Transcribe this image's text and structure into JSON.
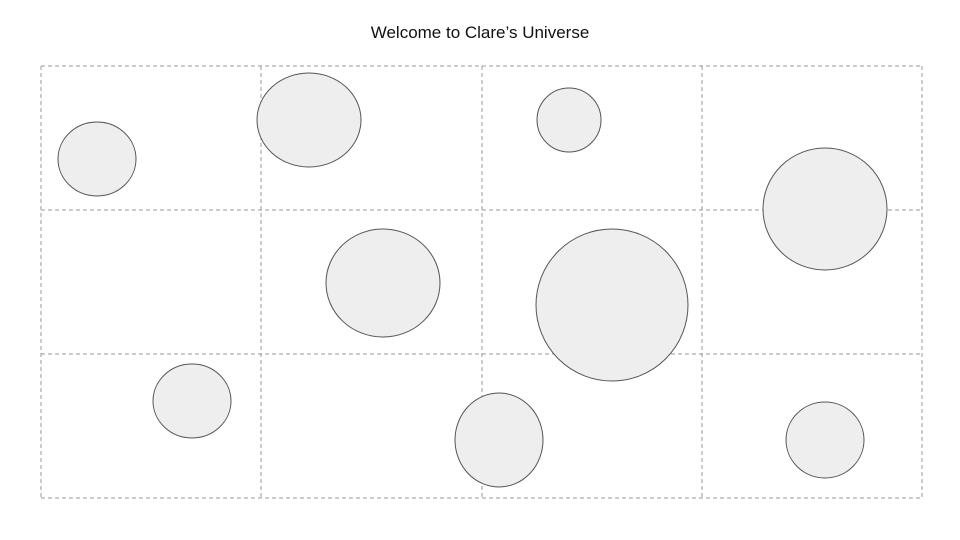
{
  "title": "Welcome to Clare’s Universe",
  "colors": {
    "circle_fill": "#eeeeee",
    "circle_stroke": "#555555",
    "grid": "#999999"
  },
  "grid": {
    "columns": 4,
    "rows": 3
  },
  "circle_count": 9
}
